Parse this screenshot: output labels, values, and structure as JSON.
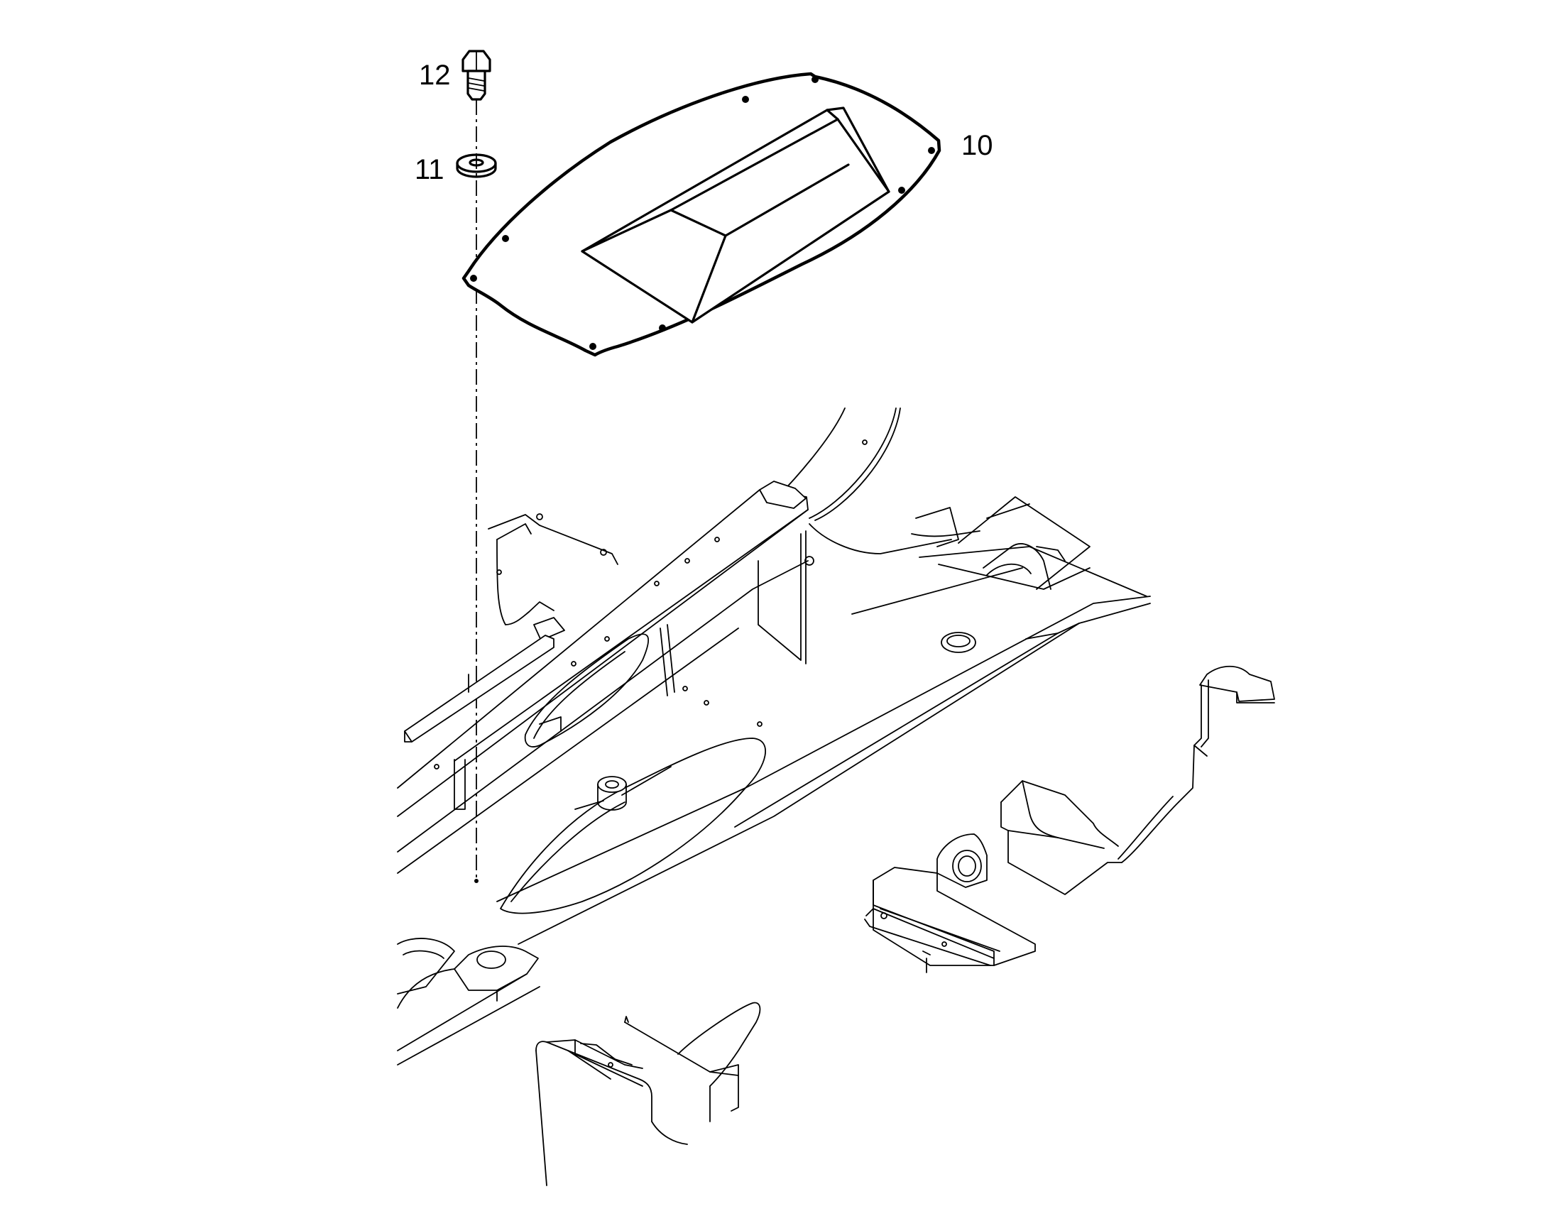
{
  "callouts": [
    {
      "id": "part-10",
      "label": "10"
    },
    {
      "id": "part-11",
      "label": "11"
    },
    {
      "id": "part-12",
      "label": "12"
    }
  ],
  "colors": {
    "line": "#000000",
    "background": "#ffffff"
  }
}
